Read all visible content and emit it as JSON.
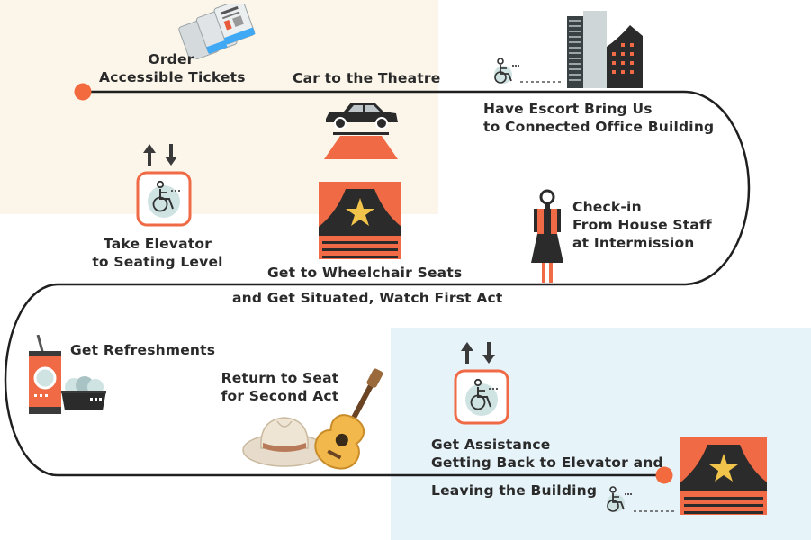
{
  "steps": {
    "order_tickets": {
      "line1": "Order",
      "line2": "Accessible Tickets"
    },
    "car": {
      "label": "Car to the Theatre"
    },
    "escort": {
      "line1": "Have Escort Bring Us",
      "line2": "to Connected Office Building"
    },
    "elevator_up": {
      "line1": "Take Elevator",
      "line2": "to Seating Level"
    },
    "wheelchair_seats": {
      "line1": "Get to Wheelchair Seats",
      "line2": "and Get Situated, Watch First Act"
    },
    "check_in": {
      "line1": "Check-in",
      "line2": "From House Staff",
      "line3": "at Intermission"
    },
    "refreshments": {
      "label": "Get Refreshments"
    },
    "return_seat": {
      "line1": "Return to Seat",
      "line2": "for Second Act"
    },
    "assistance": {
      "line1": "Get Assistance",
      "line2": "Getting Back to Elevator and",
      "line3": "Leaving the Building"
    }
  },
  "colors": {
    "accent": "#f26a3d",
    "line": "#1f1f1f",
    "top_zone": "#fcf6ea",
    "bottom_zone": "#e6f3f9",
    "icon_teal": "#cfe3e3"
  },
  "icons": [
    "tickets-icon",
    "car-icon",
    "office-building-icon",
    "wheelchair-icon",
    "elevator-icon",
    "theatre-stage-icon",
    "house-staff-icon",
    "soda-can-icon",
    "food-tray-icon",
    "guitar-icon",
    "cowboy-hat-icon"
  ]
}
